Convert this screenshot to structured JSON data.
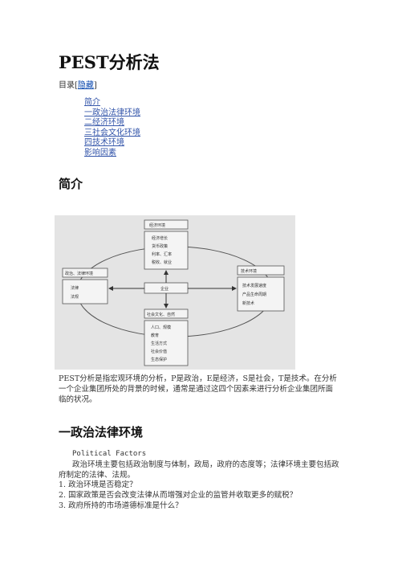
{
  "title": "PEST分析法",
  "toc": {
    "label_prefix": "目录[",
    "toggle": "隐藏",
    "label_suffix": "]",
    "items": [
      "简介",
      "一政治法律环境",
      "二经济环境",
      "三社会文化环境",
      "四技术环境",
      "影响因素"
    ]
  },
  "sections": {
    "intro": {
      "heading": "简介",
      "diagram": {
        "econ_title": "经济环境",
        "econ_items": [
          "经济增长",
          "货币政策",
          "利率、汇率",
          "税收、就业"
        ],
        "political_title": "政治、法律环境",
        "political_items": [
          "法律",
          "法规"
        ],
        "center": "企业",
        "tech_title": "技术环境",
        "tech_items": [
          "技术发展速度",
          "产品生命周期",
          "新技术"
        ],
        "social_title": "社会文化、自然",
        "social_items": [
          "人口、规模",
          "教育",
          "生活方式",
          "社会价值",
          "生态保护"
        ]
      },
      "paragraph": "PEST分析是指宏观环境的分析，P是政治，E是经济，S是社会，T是技术。在分析一个企业集团所处的背景的时候，通常是通过这四个因素来进行分析企业集团所面临的状况。"
    },
    "political": {
      "heading": "一政治法律环境",
      "english": "Political Factors",
      "paragraph": "政治环境主要包括政治制度与体制，政局，政府的态度等；法律环境主要包括政府制定的法律、法规。",
      "questions": [
        "1. 政治环境是否稳定？",
        "2. 国家政策是否会改变法律从而增强对企业的监管并收取更多的赋税？",
        "3. 政府所持的市场道德标准是什么？"
      ]
    }
  }
}
